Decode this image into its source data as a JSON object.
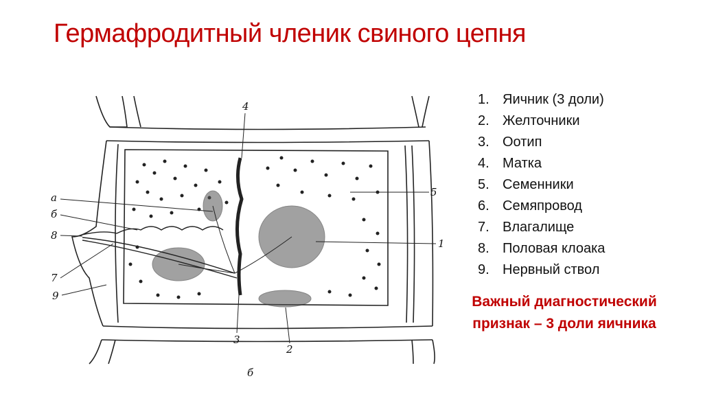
{
  "slide": {
    "title": "Гермафродитный членик свиного цепня",
    "legend": [
      {
        "num": "1.",
        "text": "Яичник (3 доли)"
      },
      {
        "num": "2.",
        "text": "Желточники"
      },
      {
        "num": "3.",
        "text": "Оотип"
      },
      {
        "num": "4.",
        "text": "Матка"
      },
      {
        "num": "5.",
        "text": "Семенники"
      },
      {
        "num": "6.",
        "text": "Семяпровод"
      },
      {
        "num": "7.",
        "text": "Влагалище"
      },
      {
        "num": "8.",
        "text": "Половая клоака"
      },
      {
        "num": "9.",
        "text": "Нервный ствол"
      }
    ],
    "note_line1": "Важный диагностический",
    "note_line2": "признак – 3 доли яичника"
  },
  "figure": {
    "labels": {
      "a": "а",
      "b": "б",
      "n1": "1",
      "n2": "2",
      "n3": "3",
      "n4": "4",
      "n5": "5",
      "n7": "7",
      "n8": "8",
      "n9": "9",
      "caption": "б"
    },
    "colors": {
      "ink": "#222222",
      "accent": "#c00000"
    }
  }
}
